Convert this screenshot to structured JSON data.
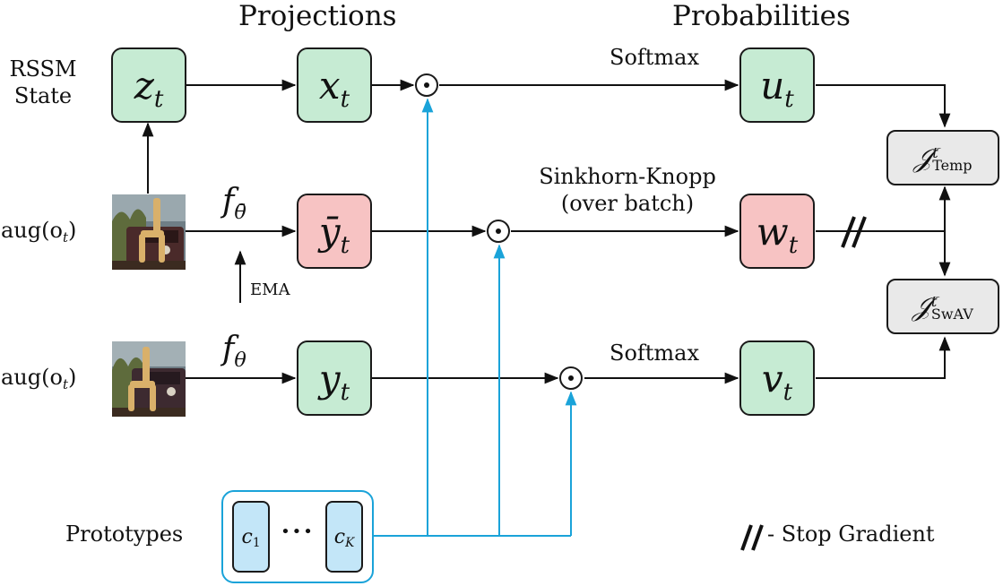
{
  "headers": {
    "projections": "Projections",
    "probabilities": "Probabilities"
  },
  "labels": {
    "rssm_line1": "RSSM",
    "rssm_line2": "State",
    "aug_obs": "aug(o",
    "aug_obs_sub": "t",
    "aug_obs_close": ")",
    "softmax": "Softmax",
    "sinkhorn_line1": "Sinkhorn-Knopp",
    "sinkhorn_line2": "(over batch)",
    "ema": "EMA",
    "prototypes": "Prototypes",
    "stop_gradient_mark": "//",
    "stop_gradient_label": "- Stop Gradient"
  },
  "nodes": {
    "z": {
      "base": "z",
      "sub": "t"
    },
    "x": {
      "base": "x",
      "sub": "t"
    },
    "y_bar": {
      "base": "ȳ",
      "sub": "t"
    },
    "y": {
      "base": "y",
      "sub": "t"
    },
    "u": {
      "base": "u",
      "sub": "t"
    },
    "w": {
      "base": "w",
      "sub": "t"
    },
    "v": {
      "base": "v",
      "sub": "t"
    },
    "j_temp": {
      "base": "𝒥",
      "sup": "t",
      "sub": "Temp"
    },
    "j_swav": {
      "base": "𝒥",
      "sup": "t",
      "sub": "SwAV"
    }
  },
  "encoders": {
    "target": {
      "base": "f",
      "sub": "θ̄"
    },
    "online": {
      "base": "f",
      "sub": "θ"
    }
  },
  "prototypes": {
    "first": {
      "base": "c",
      "sub": "1"
    },
    "ellipsis": "•••",
    "last": {
      "base": "c",
      "sub": "K"
    }
  },
  "colors": {
    "green": "#c6ebd3",
    "red": "#f7c3c3",
    "gray": "#e9e9e9",
    "blue_fill": "#c3e6f8",
    "blue_line": "#1aa3d9"
  }
}
